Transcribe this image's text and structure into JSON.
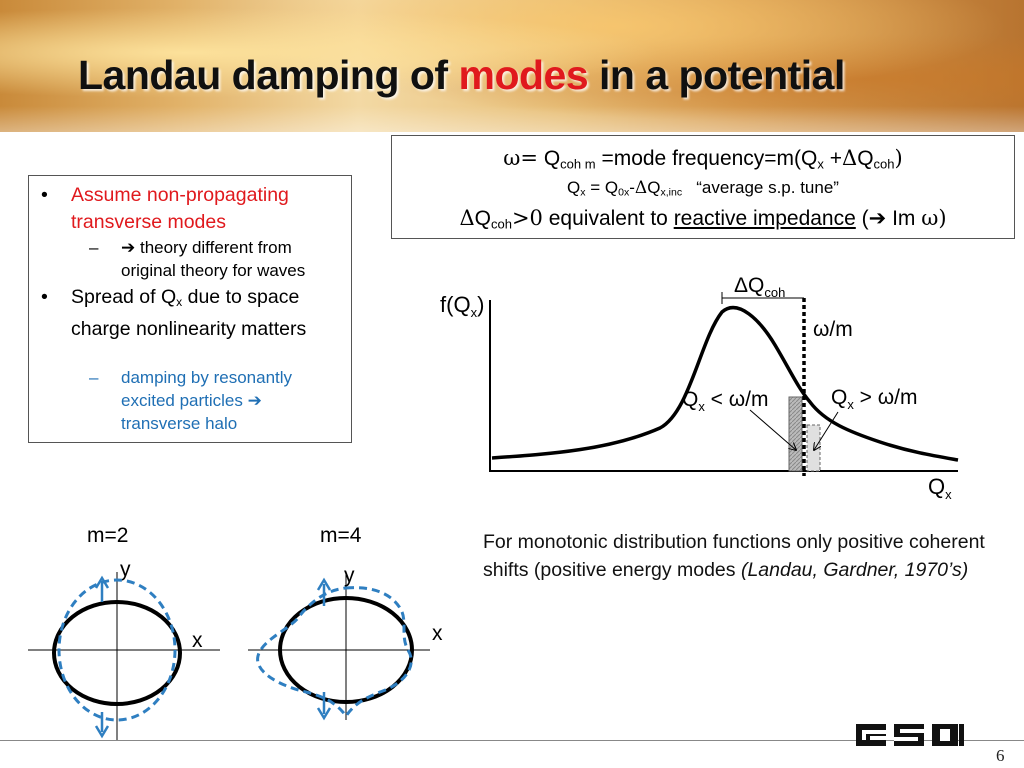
{
  "header": {
    "title_pre": "Landau damping of ",
    "title_highlight": "modes",
    "title_post": " in a potential"
  },
  "formula": {
    "l1_omega": "ω",
    "l1_eq": "=",
    "l1_q": " Q",
    "l1_sub": "coh m",
    "l1_text": " =mode frequency=m(Q",
    "l1_sub2": "x",
    "l1_plus": " +",
    "l1_delta": "Δ",
    "l1_q2": "Q",
    "l1_sub3": "coh",
    "l1_close": ")",
    "l2_q": "Q",
    "l2_sub": "x",
    "l2_eq": " = Q",
    "l2_sub2": "0x",
    "l2_minus": "-",
    "l2_delta": "Δ",
    "l2_q2": "Q",
    "l2_sub3": "x,inc",
    "l2_quote": "“average s.p. tune”",
    "l3_delta": "Δ",
    "l3_q": "Q",
    "l3_sub": "coh",
    "l3_gt": ">0",
    "l3_text": " equivalent to ",
    "l3_link": "reactive impedance",
    "l3_paren": " (",
    "l3_arrow": "➔",
    "l3_im": " Im ",
    "l3_omega": "ω",
    "l3_close": ")"
  },
  "bullets": {
    "b1_dot": "•",
    "b1_text": "Assume non-propagating transverse modes",
    "b1a_dash": "–",
    "b1a_arrow": "➔",
    "b1a_text": " theory different from original theory for waves",
    "b2_dot": "•",
    "b2_pre": "Spread of Q",
    "b2_sub": "x",
    "b2_post": " due to space charge nonlinearity matters",
    "b2a_dash": "–",
    "b2a_text": "damping by resonantly excited particles ",
    "b2a_arrow": "➔",
    "b2a_text2": " transverse halo"
  },
  "plot": {
    "ylabel_f": "f",
    "ylabel_open": "(",
    "ylabel_q": "Q",
    "ylabel_sub": "x",
    "ylabel_close": ")",
    "xlabel_q": "Q",
    "xlabel_sub": "x",
    "dq_delta": "Δ",
    "dq_q": "Q",
    "dq_sub": "coh",
    "om_label": "ω/m",
    "lt_q": "Q",
    "lt_sub": "x",
    "lt_rel": " < ",
    "lt_omega": "ω/m",
    "gt_q": "Q",
    "gt_sub": "x",
    "gt_rel": " > ",
    "gt_omega": "ω/m"
  },
  "modes": {
    "m2_label": "m=2",
    "m4_label": "m=4",
    "y_label": "y",
    "x_label": "x"
  },
  "caption": {
    "text": "For monotonic distribution functions only positive coherent shifts (positive energy modes ",
    "italic": "(Landau, Gardner, 1970’s)"
  },
  "footer": {
    "page": "6",
    "logo_text": "GSI"
  },
  "colors": {
    "title_highlight": "#e0191d",
    "bullet_red": "#e0191d",
    "sub_blue": "#1f6fb4",
    "mode_dashed": "#2f7fc1"
  }
}
